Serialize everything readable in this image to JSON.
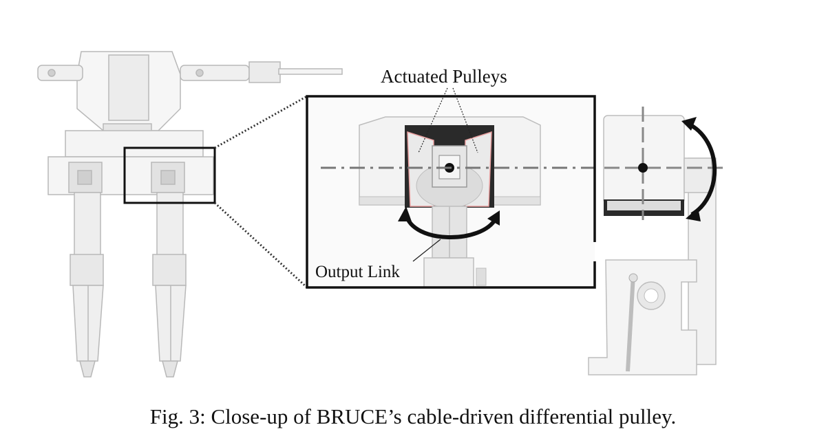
{
  "figure": {
    "labels": {
      "actuated_pulleys": "Actuated Pulleys",
      "output_link": "Output Link"
    },
    "caption": "Fig. 3: Close-up of BRUCE’s cable-driven differential pulley.",
    "colors": {
      "body_light": "#f2f2f2",
      "body_mid": "#dedede",
      "outline": "#bdbdbd",
      "dark": "#222222",
      "axis_dash": "#777777",
      "pulley_highlight": "#e9a0a0"
    }
  }
}
